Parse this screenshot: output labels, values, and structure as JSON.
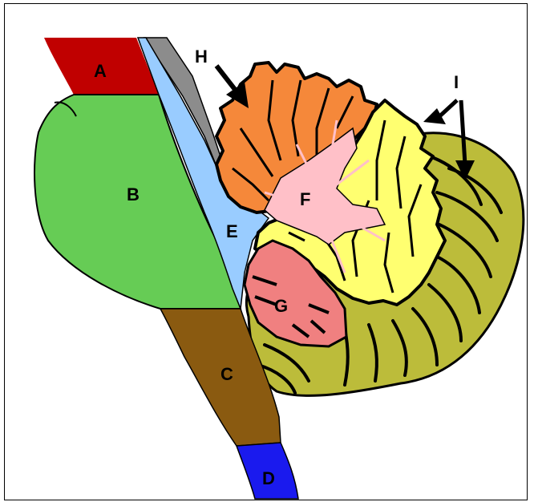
{
  "diagram": {
    "labels": {
      "a": "A",
      "b": "B",
      "c": "C",
      "d": "D",
      "e": "E",
      "f": "F",
      "g": "G",
      "h": "H",
      "i": "I"
    },
    "colors": {
      "region_a": "#c00000",
      "region_b": "#66cc55",
      "region_c": "#8a5a10",
      "region_d": "#1a1aee",
      "region_e": "#99ccff",
      "region_f": "#ffc0c8",
      "region_g": "#f08080",
      "region_h": "#f5883a",
      "region_i": "#ffff70",
      "cerebellar_base": "#bcbc3a",
      "gray_band": "#8c8c8c",
      "outline": "#000000"
    }
  }
}
